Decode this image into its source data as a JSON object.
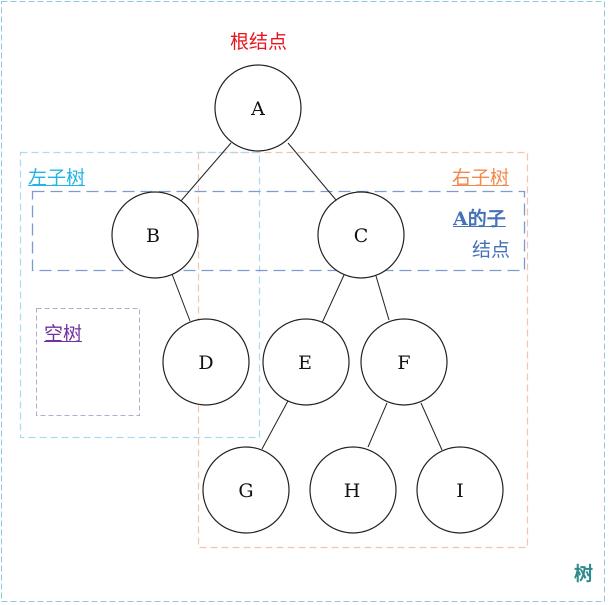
{
  "labels": {
    "root_node": "根结点",
    "left_subtree": "左子树",
    "right_subtree": "右子树",
    "children_of_a_line1": "A的子",
    "children_of_a_line2": "结点",
    "empty_tree": "空树",
    "tree": "树"
  },
  "nodes": {
    "A": "A",
    "B": "B",
    "C": "C",
    "D": "D",
    "E": "E",
    "F": "F",
    "G": "G",
    "H": "H",
    "I": "I"
  },
  "colors": {
    "root_label": "#e8141e",
    "left_subtree": "#22b4e6",
    "right_subtree": "#f2894a",
    "children_of_a": "#4472b8",
    "empty_tree": "#7030a0",
    "tree": "#2e8b8b",
    "outer_border": "#8fc8d8",
    "left_border": "#a8dcf0",
    "right_border": "#f5c4a8",
    "children_border": "#7a9ccf",
    "empty_border": "#b8a8d0"
  }
}
